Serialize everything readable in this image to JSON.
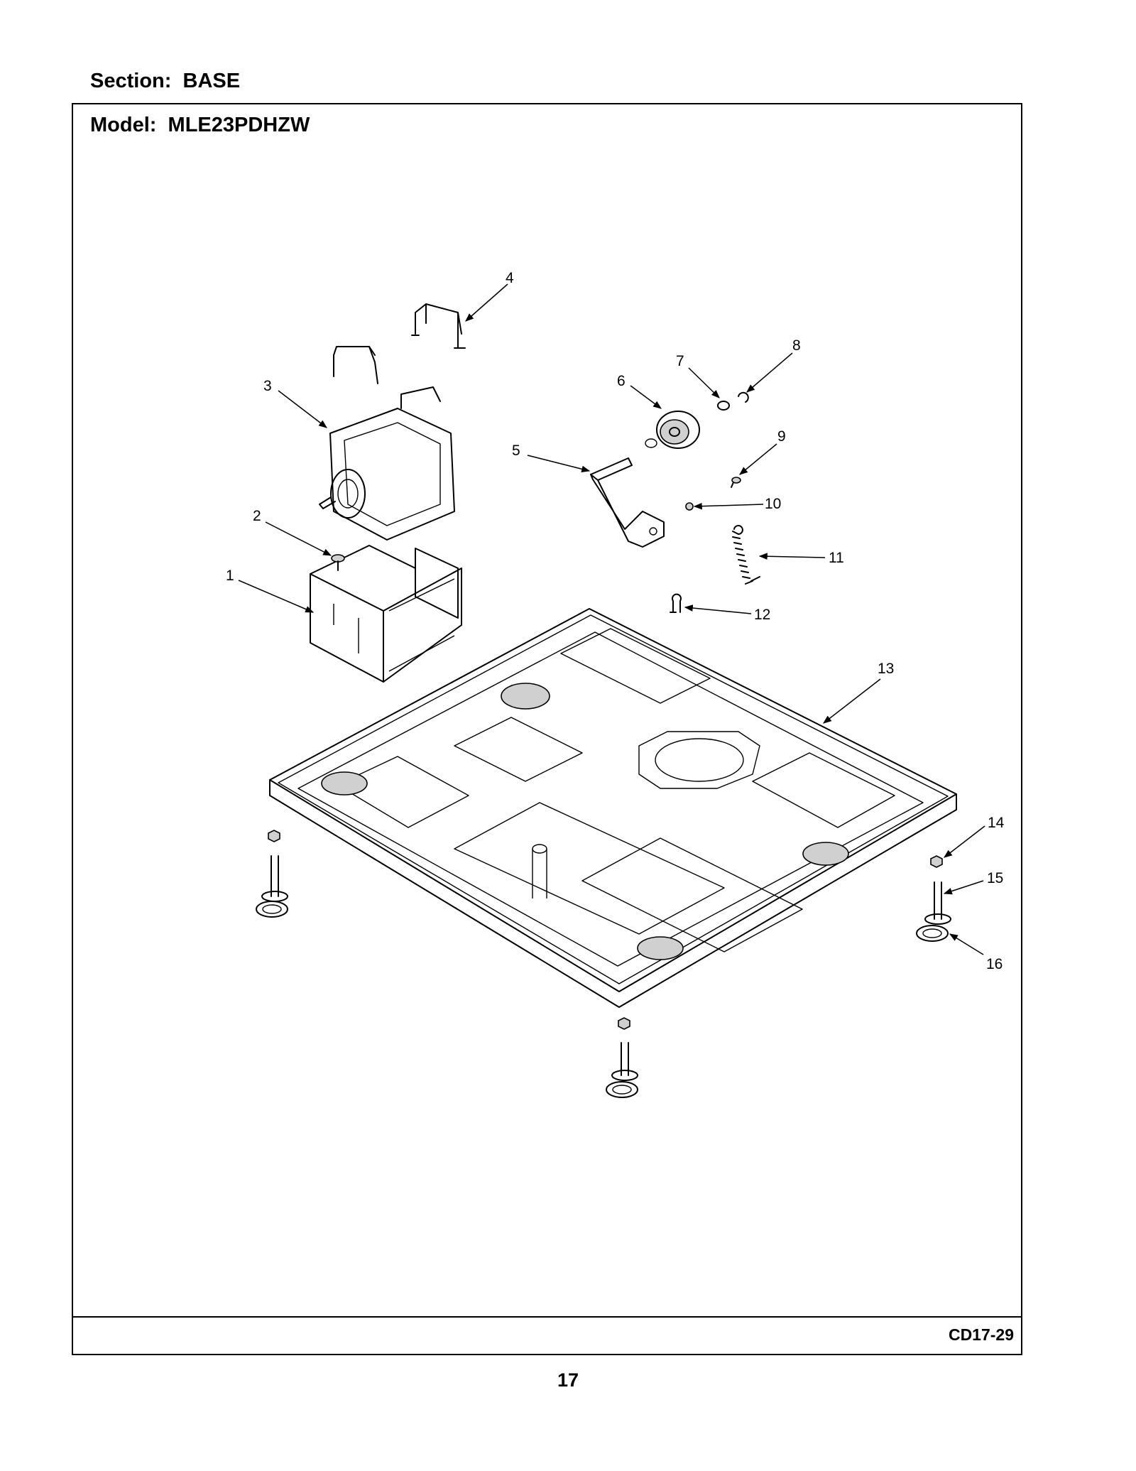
{
  "header": {
    "section_label": "Section:  BASE",
    "model_label": "Model:  MLE23PDHZW"
  },
  "footer": {
    "diagram_code": "CD17-29",
    "page_number": "17"
  },
  "callouts": [
    "1",
    "2",
    "3",
    "4",
    "5",
    "6",
    "7",
    "8",
    "9",
    "10",
    "11",
    "12",
    "13",
    "14",
    "15",
    "16"
  ]
}
